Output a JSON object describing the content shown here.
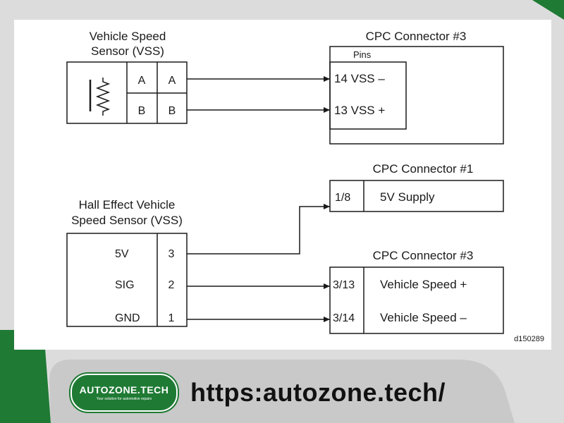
{
  "colors": {
    "accent_green": "#1f7a34",
    "panel": "#ffffff",
    "page_bg": "#dcdcdc",
    "line": "#1a1a1a"
  },
  "diagram": {
    "vss": {
      "title_line1": "Vehicle Speed",
      "title_line2": "Sensor (VSS)",
      "pins_inner": [
        "A",
        "B"
      ],
      "pins_outer": [
        "A",
        "B"
      ]
    },
    "cpc3_top": {
      "title": "CPC Connector #3",
      "pins_label": "Pins",
      "pins": [
        "14 VSS –",
        "13 VSS +"
      ]
    },
    "cpc1": {
      "title": "CPC Connector #1",
      "pin": "1/8",
      "label": "5V Supply"
    },
    "hall": {
      "title_line1": "Hall Effect Vehicle",
      "title_line2": "Speed Sensor (VSS)",
      "signals": [
        "5V",
        "SIG",
        "GND"
      ],
      "pins": [
        "3",
        "2",
        "1"
      ]
    },
    "cpc3_bottom": {
      "title": "CPC Connector #3",
      "pins": [
        "3/13",
        "3/14"
      ],
      "labels": [
        "Vehicle Speed +",
        "Vehicle Speed –"
      ]
    },
    "figure_id": "d150289"
  },
  "banner": {
    "logo_name": "AUTOZONE.TECH",
    "logo_tagline": "Your solution for automotive repairs",
    "url": "https:autozone.tech/"
  }
}
